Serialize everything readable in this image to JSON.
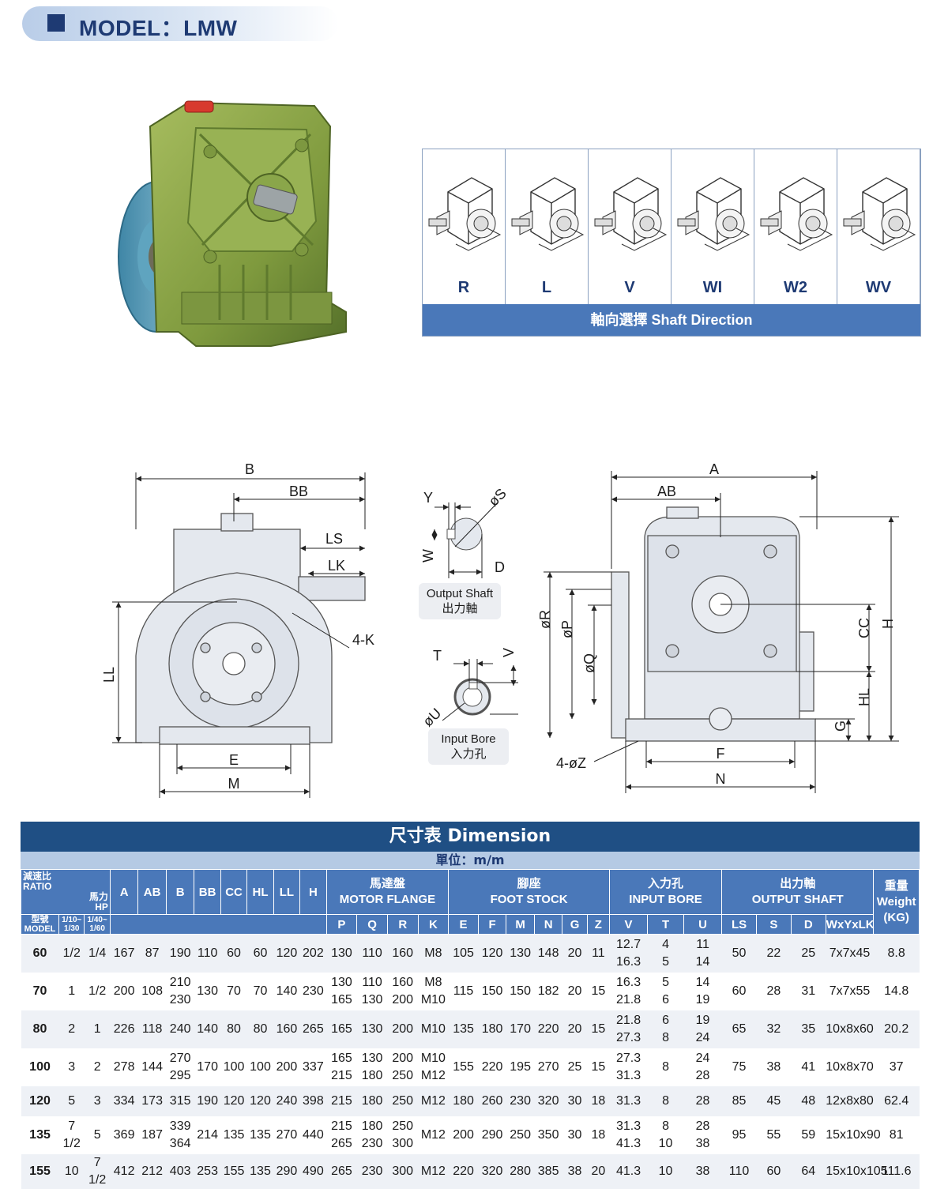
{
  "header": {
    "title": "MODEL：LMW"
  },
  "shaft_direction": {
    "caption": "軸向選擇 Shaft Direction",
    "options": [
      "R",
      "L",
      "V",
      "WI",
      "W2",
      "WV"
    ]
  },
  "drawing_side": {
    "labels": {
      "B": "B",
      "BB": "BB",
      "LS": "LS",
      "LK": "LK",
      "K": "4-K",
      "LL": "LL",
      "E": "E",
      "M": "M"
    }
  },
  "drawing_shaft": {
    "output": {
      "Y": "Y",
      "S": "øS",
      "W": "W",
      "D": "D",
      "caption_en": "Output Shaft",
      "caption_zh": "出力軸"
    },
    "input": {
      "T": "T",
      "V": "V",
      "U": "øU",
      "caption_en": "Input Bore",
      "caption_zh": "入力孔"
    }
  },
  "drawing_front": {
    "labels": {
      "A": "A",
      "AB": "AB",
      "R": "øR",
      "P": "øP",
      "Q": "øQ",
      "CC": "CC",
      "H": "H",
      "HL": "HL",
      "G": "G",
      "F": "F",
      "N": "N",
      "Z": "4-øZ"
    }
  },
  "table": {
    "title": "尺寸表 Dimension",
    "unit": "單位：m/m",
    "ratio_zh": "減速比",
    "ratio_en": "RATIO",
    "hp_zh": "馬力",
    "hp_en": "HP",
    "model_zh": "型號",
    "model_en": "MODEL",
    "ratio1": "1/10~ 1/30",
    "ratio2": "1/40~ 1/60",
    "single_cols": [
      "A",
      "AB",
      "B",
      "BB",
      "CC",
      "HL",
      "LL",
      "H"
    ],
    "groups": [
      {
        "zh": "馬達盤",
        "en": "MOTOR FLANGE",
        "cols": [
          "P",
          "Q",
          "R",
          "K"
        ]
      },
      {
        "zh": "腳座",
        "en": "FOOT STOCK",
        "cols": [
          "E",
          "F",
          "M",
          "N",
          "G",
          "Z"
        ]
      },
      {
        "zh": "入力孔",
        "en": "INPUT BORE",
        "cols": [
          "V",
          "T",
          "U"
        ]
      },
      {
        "zh": "出力軸",
        "en": "OUTPUT SHAFT",
        "cols": [
          "LS",
          "S",
          "D",
          "WxYxLK"
        ]
      }
    ],
    "weight_zh": "重量",
    "weight_en": "Weight",
    "weight_unit": "(KG)",
    "rows": [
      [
        "60",
        "1/2",
        "1/4",
        "167",
        "87",
        "190",
        "110",
        "60",
        "60",
        "120",
        "202",
        "130",
        "110",
        "160",
        "M8",
        "105",
        "120",
        "130",
        "148",
        "20",
        "11",
        "12.7\n16.3",
        "4\n5",
        "11\n14",
        "50",
        "22",
        "25",
        "7x7x45",
        "8.8"
      ],
      [
        "70",
        "1",
        "1/2",
        "200",
        "108",
        "210\n230",
        "130",
        "70",
        "70",
        "140",
        "230",
        "130\n165",
        "110\n130",
        "160\n200",
        "M8\nM10",
        "115",
        "150",
        "150",
        "182",
        "20",
        "15",
        "16.3\n21.8",
        "5\n6",
        "14\n19",
        "60",
        "28",
        "31",
        "7x7x55",
        "14.8"
      ],
      [
        "80",
        "2",
        "1",
        "226",
        "118",
        "240",
        "140",
        "80",
        "80",
        "160",
        "265",
        "165",
        "130",
        "200",
        "M10",
        "135",
        "180",
        "170",
        "220",
        "20",
        "15",
        "21.8\n27.3",
        "6\n8",
        "19\n24",
        "65",
        "32",
        "35",
        "10x8x60",
        "20.2"
      ],
      [
        "100",
        "3",
        "2",
        "278",
        "144",
        "270\n295",
        "170",
        "100",
        "100",
        "200",
        "337",
        "165\n215",
        "130\n180",
        "200\n250",
        "M10\nM12",
        "155",
        "220",
        "195",
        "270",
        "25",
        "15",
        "27.3\n31.3",
        "8",
        "24\n28",
        "75",
        "38",
        "41",
        "10x8x70",
        "37"
      ],
      [
        "120",
        "5",
        "3",
        "334",
        "173",
        "315",
        "190",
        "120",
        "120",
        "240",
        "398",
        "215",
        "180",
        "250",
        "M12",
        "180",
        "260",
        "230",
        "320",
        "30",
        "18",
        "31.3",
        "8",
        "28",
        "85",
        "45",
        "48",
        "12x8x80",
        "62.4"
      ],
      [
        "135",
        "7 1/2",
        "5",
        "369",
        "187",
        "339\n364",
        "214",
        "135",
        "135",
        "270",
        "440",
        "215\n265",
        "180\n230",
        "250\n300",
        "M12",
        "200",
        "290",
        "250",
        "350",
        "30",
        "18",
        "31.3\n41.3",
        "8\n10",
        "28\n38",
        "95",
        "55",
        "59",
        "15x10x90",
        "81"
      ],
      [
        "155",
        "10",
        "7 1/2",
        "412",
        "212",
        "403",
        "253",
        "155",
        "135",
        "290",
        "490",
        "265",
        "230",
        "300",
        "M12",
        "220",
        "320",
        "280",
        "385",
        "38",
        "20",
        "41.3",
        "10",
        "38",
        "110",
        "60",
        "64",
        "15x10x105",
        "111.6"
      ]
    ]
  }
}
